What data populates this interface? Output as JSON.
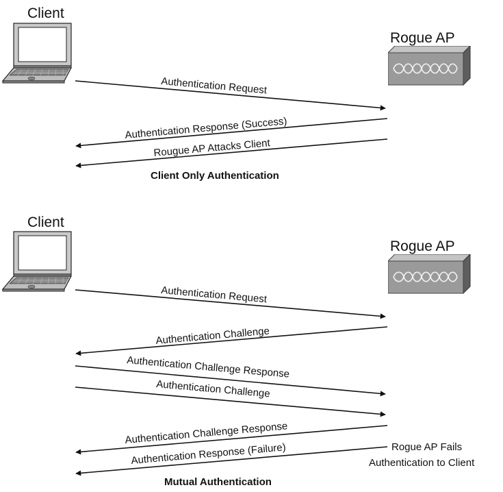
{
  "top_scenario": {
    "client_label": "Client",
    "ap_label": "Rogue AP",
    "messages": [
      "Authentication Request",
      "Authentication Response (Success)",
      "Rougue AP Attacks Client"
    ],
    "caption": "Client Only Authentication"
  },
  "bottom_scenario": {
    "client_label": "Client",
    "ap_label": "Rogue AP",
    "messages": [
      "Authentication Request",
      "Authentication Challenge",
      "Authentication Challenge Response",
      "Authentication Challenge",
      "Authentication Challenge Response",
      "Authentication Response (Failure)"
    ],
    "note_line1": "Rogue AP Fails",
    "note_line2": "Authentication to Client",
    "caption": "Mutual Authentication"
  },
  "colors": {
    "laptop_body": "#c9c9c9",
    "laptop_screen": "#ffffff",
    "ap_front": "#9a9a9a",
    "ap_top": "#c4c4c4",
    "ap_side": "#5e5e5e",
    "ink": "#111111"
  },
  "icons": {
    "client": "laptop-icon",
    "access_point": "access-point-icon"
  }
}
